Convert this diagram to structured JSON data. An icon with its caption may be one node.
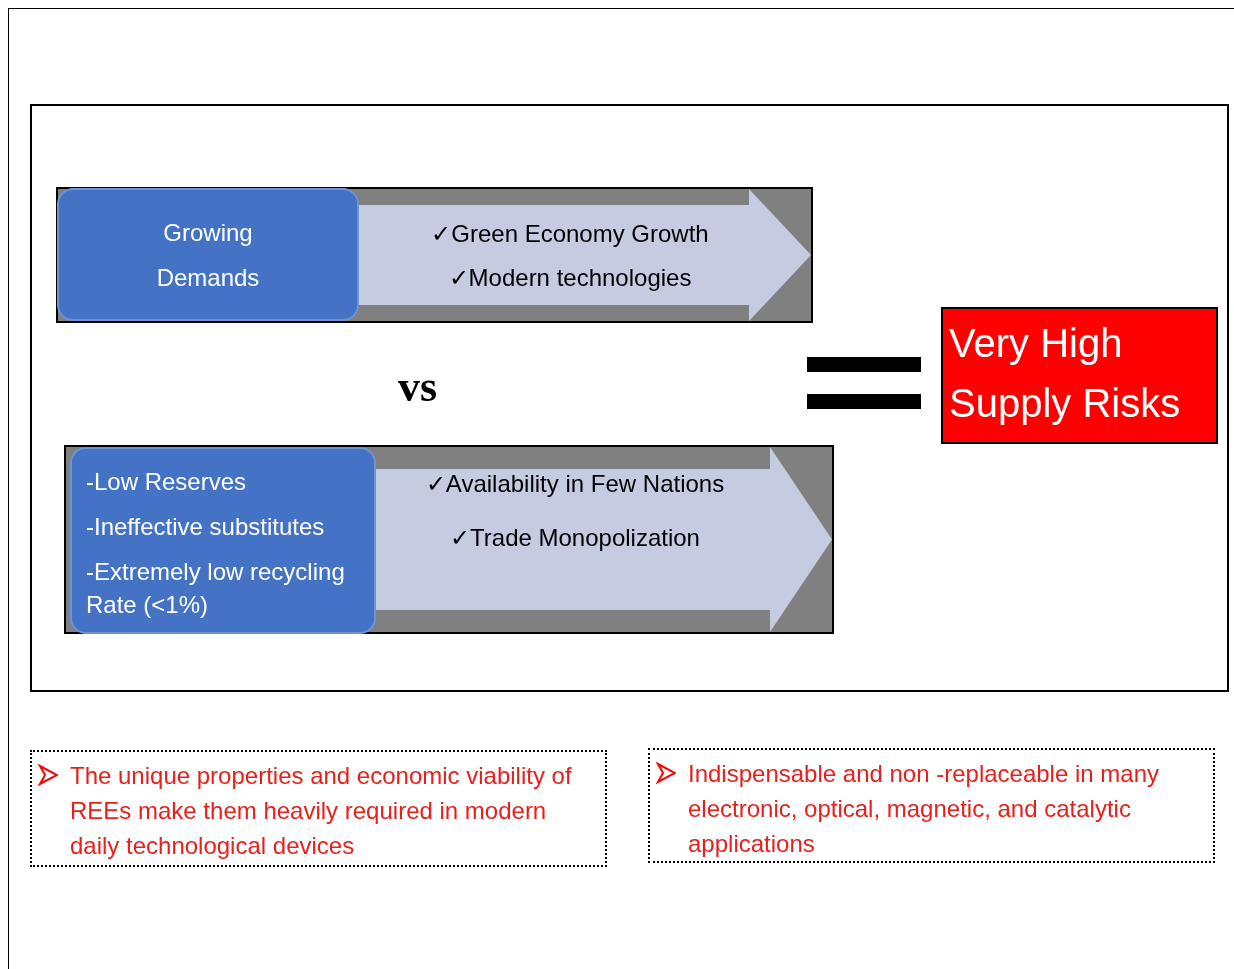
{
  "diagram": {
    "nodes": [
      {
        "text": [
          "Growing Demands"
        ]
      },
      {
        "text": [
          "✓Green Economy Growth",
          "✓Modern technologies"
        ]
      },
      {
        "text": [
          "-Low Reserves",
          "-Ineffective substitutes",
          "-Extremely low recycling Rate (<1%)"
        ]
      },
      {
        "text": [
          "✓Availability in Few Nations",
          "✓Trade Monopolization"
        ]
      },
      {
        "text": [
          "Very High Supply Risks"
        ]
      },
      {
        "text": [
          "The unique properties and economic viability of REEs make them heavily required in modern daily technological devices"
        ]
      },
      {
        "text": [
          "Indispensable and non -replaceable in many electronic, optical, magnetic, and catalytic applications"
        ]
      }
    ],
    "edges": [
      {
        "from": 0,
        "to": null,
        "arrow": "to"
      },
      {
        "from": 2,
        "to": null,
        "arrow": "to"
      }
    ],
    "labels": [
      "vs"
    ]
  }
}
